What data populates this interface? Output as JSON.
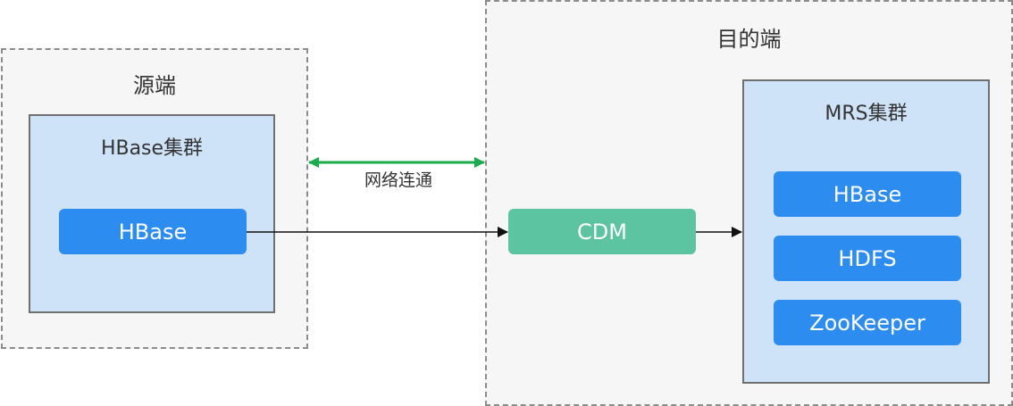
{
  "source": {
    "title": "源端",
    "cluster": {
      "title": "HBase集群",
      "node": "HBase"
    }
  },
  "network": {
    "label": "网络连通"
  },
  "destination": {
    "title": "目的端",
    "cdm": "CDM",
    "cluster": {
      "title": "MRS集群",
      "nodes": [
        "HBase",
        "HDFS",
        "ZooKeeper"
      ]
    }
  },
  "colors": {
    "node_blue": "#2d8cf0",
    "node_green": "#5cc4a0",
    "cluster_fill": "#cfe3f8",
    "zone_fill": "#f6f6f6",
    "network_arrow": "#1aab4c"
  }
}
